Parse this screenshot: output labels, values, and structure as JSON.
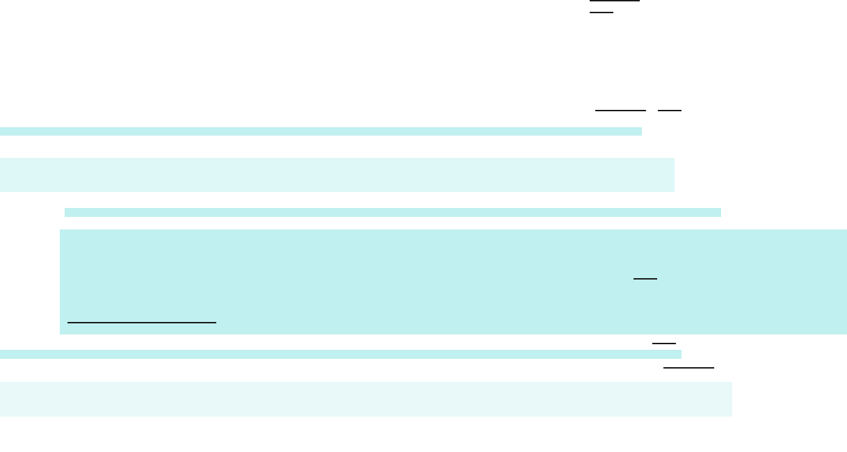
{
  "palette": {
    "background": "#ffffff",
    "highlight_strong": "#c0f0f0",
    "highlight_medium": "#def7f7",
    "highlight_light": "#e9f9f9",
    "link_underline": "#1a1a1a"
  },
  "content_blocks": [
    {
      "name": "highlight-band-1",
      "shade": "highlight_strong"
    },
    {
      "name": "highlight-panel-1",
      "shade": "highlight_medium"
    },
    {
      "name": "highlight-band-2",
      "shade": "highlight_strong"
    },
    {
      "name": "highlight-panel-2",
      "shade": "highlight_strong"
    },
    {
      "name": "highlight-band-3",
      "shade": "highlight_strong"
    },
    {
      "name": "highlight-panel-3",
      "shade": "highlight_light"
    }
  ],
  "link_markers": [
    {
      "name": "link-underline-1"
    },
    {
      "name": "link-underline-2"
    },
    {
      "name": "link-underline-3"
    },
    {
      "name": "link-underline-4"
    },
    {
      "name": "link-underline-5"
    },
    {
      "name": "link-underline-6"
    },
    {
      "name": "link-underline-7"
    },
    {
      "name": "link-underline-8"
    }
  ]
}
